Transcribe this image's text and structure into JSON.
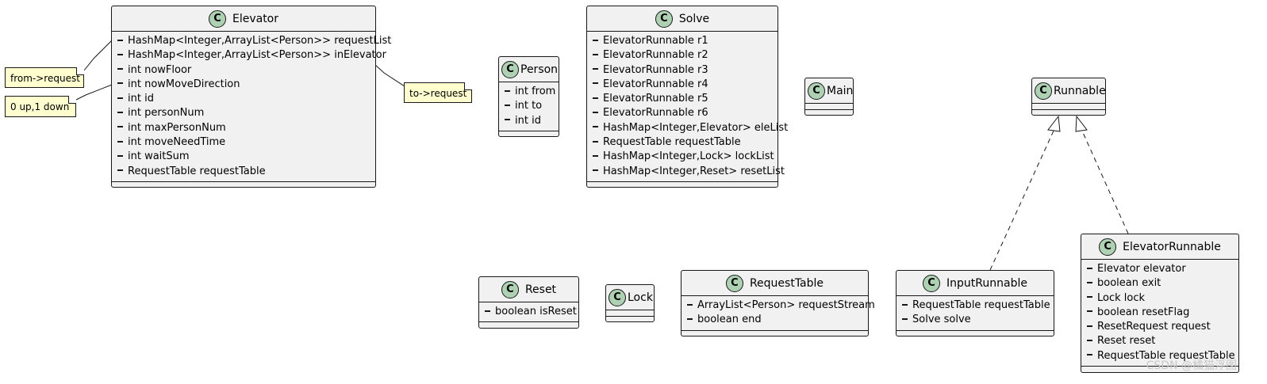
{
  "classes": {
    "elevator": {
      "name": "Elevator",
      "fields": [
        "HashMap<Integer,ArrayList<Person>> requestList",
        "HashMap<Integer,ArrayList<Person>> inElevator",
        "int nowFloor",
        "int nowMoveDirection",
        "int id",
        "int personNum",
        "int maxPersonNum",
        "int moveNeedTime",
        "int waitSum",
        "RequestTable requestTable"
      ]
    },
    "person": {
      "name": "Person",
      "fields": [
        "int from",
        "int to",
        "int id"
      ]
    },
    "solve": {
      "name": "Solve",
      "fields": [
        "ElevatorRunnable r1",
        "ElevatorRunnable r2",
        "ElevatorRunnable r3",
        "ElevatorRunnable r4",
        "ElevatorRunnable r5",
        "ElevatorRunnable r6",
        "HashMap<Integer,Elevator> eleList",
        "RequestTable requestTable",
        "HashMap<Integer,Lock> lockList",
        "HashMap<Integer,Reset> resetList"
      ]
    },
    "main": {
      "name": "Main",
      "fields": []
    },
    "runnable": {
      "name": "Runnable",
      "fields": []
    },
    "reset": {
      "name": "Reset",
      "fields": [
        "boolean isReset"
      ]
    },
    "lock": {
      "name": "Lock",
      "fields": []
    },
    "request_table": {
      "name": "RequestTable",
      "fields": [
        "ArrayList<Person> requestStream",
        "boolean end"
      ]
    },
    "input_runnable": {
      "name": "InputRunnable",
      "fields": [
        "RequestTable requestTable",
        "Solve solve"
      ]
    },
    "elevator_runnable": {
      "name": "ElevatorRunnable",
      "fields": [
        "Elevator elevator",
        "boolean exit",
        "Lock lock",
        "boolean resetFlag",
        "ResetRequest request",
        "Reset reset",
        "RequestTable requestTable"
      ]
    }
  },
  "notes": {
    "from_request": "from->request",
    "direction": "0 up,1 down",
    "to_request": "to->request"
  },
  "class_icon_letter": "C",
  "watermark": "CSDN @橘猫浮图",
  "colors": {
    "class_bg": "#f1f1f1",
    "class_icon": "#add1b2",
    "note_bg": "#fefece",
    "border": "#181818"
  }
}
